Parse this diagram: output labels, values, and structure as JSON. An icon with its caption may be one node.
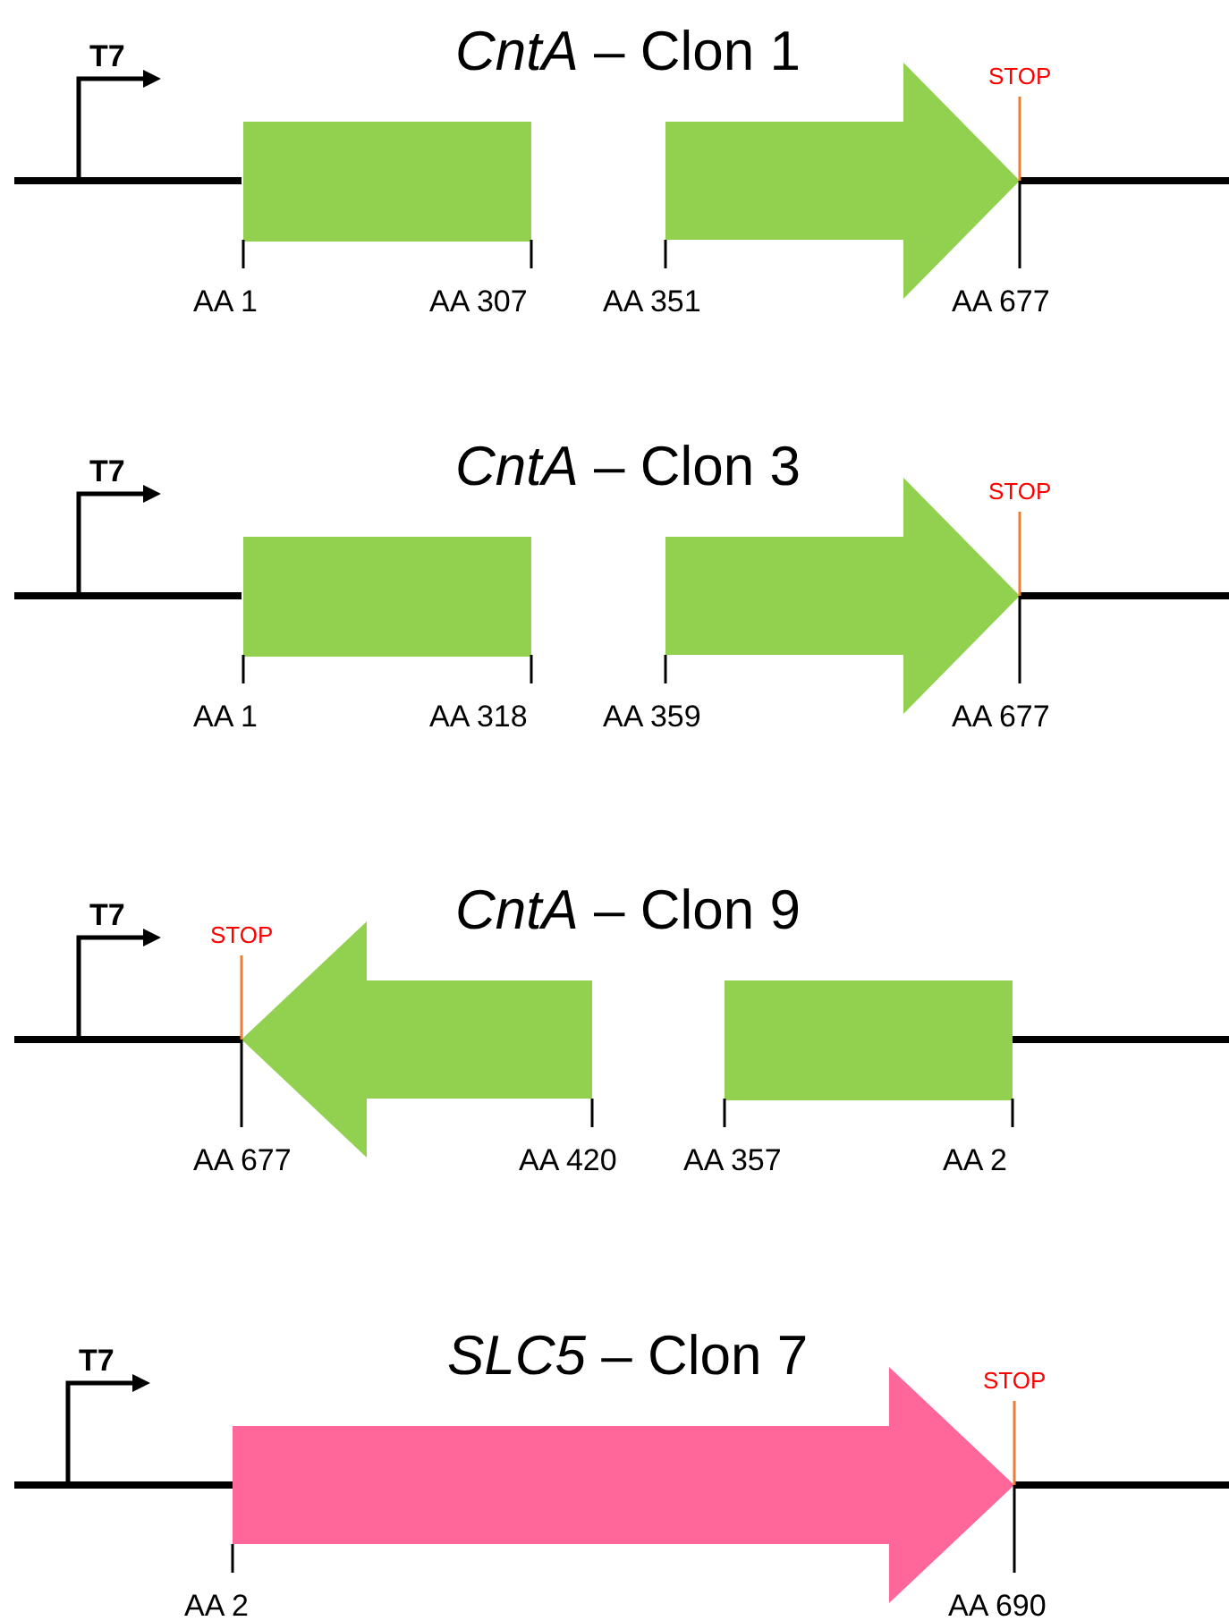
{
  "diagram": {
    "labels": [
      "T7",
      "*CntA* – Clon 1",
      "STOP",
      "AA 1",
      "AA 307",
      "AA 351",
      "AA 677",
      "T7",
      "*CntA* – Clon 3",
      "STOP",
      "AA 1",
      "AA 318",
      "AA 359",
      "AA 677",
      "T7",
      "*CntA* – Clon 9",
      "STOP",
      "AA 677",
      "AA 420",
      "AA 357",
      "AA 2",
      "T7",
      "*SLC5* – Clon 7",
      "STOP",
      "AA 2",
      "AA 690"
    ]
  }
}
